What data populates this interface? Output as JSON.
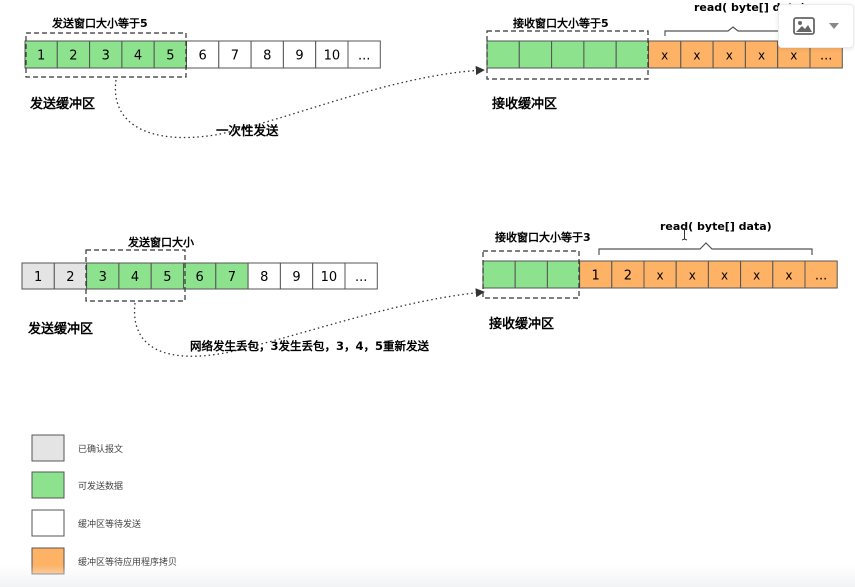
{
  "colors": {
    "acked": "#e4e4e4",
    "sendable": "#8de28d",
    "waiting": "#ffffff",
    "app_copy": "#fdb266",
    "border": "#555555",
    "dash": "#333333"
  },
  "top": {
    "send_window_label": "发送窗口大小等于5",
    "send_cells": [
      {
        "text": "1",
        "state": "sendable"
      },
      {
        "text": "2",
        "state": "sendable"
      },
      {
        "text": "3",
        "state": "sendable"
      },
      {
        "text": "4",
        "state": "sendable"
      },
      {
        "text": "5",
        "state": "sendable"
      },
      {
        "text": "6",
        "state": "waiting"
      },
      {
        "text": "7",
        "state": "waiting"
      },
      {
        "text": "8",
        "state": "waiting"
      },
      {
        "text": "9",
        "state": "waiting"
      },
      {
        "text": "10",
        "state": "waiting"
      },
      {
        "text": "...",
        "state": "waiting"
      }
    ],
    "send_buffer_label": "发送缓冲区",
    "arrow_label": "一次性发送",
    "recv_window_label": "接收窗口大小等于5",
    "recv_cells": [
      {
        "text": "",
        "state": "sendable"
      },
      {
        "text": "",
        "state": "sendable"
      },
      {
        "text": "",
        "state": "sendable"
      },
      {
        "text": "",
        "state": "sendable"
      },
      {
        "text": "",
        "state": "sendable"
      },
      {
        "text": "x",
        "state": "app_copy"
      },
      {
        "text": "x",
        "state": "app_copy"
      },
      {
        "text": "x",
        "state": "app_copy"
      },
      {
        "text": "x",
        "state": "app_copy"
      },
      {
        "text": "x",
        "state": "app_copy"
      },
      {
        "text": "...",
        "state": "app_copy"
      }
    ],
    "recv_buffer_label": "接收缓冲区",
    "read_label": "read( byte[] data)"
  },
  "bottom": {
    "send_window_label": "发送窗口大小",
    "send_cells": [
      {
        "text": "1",
        "state": "acked"
      },
      {
        "text": "2",
        "state": "acked"
      },
      {
        "text": "3",
        "state": "sendable"
      },
      {
        "text": "4",
        "state": "sendable"
      },
      {
        "text": "5",
        "state": "sendable"
      },
      {
        "text": "6",
        "state": "sendable"
      },
      {
        "text": "7",
        "state": "sendable"
      },
      {
        "text": "8",
        "state": "waiting"
      },
      {
        "text": "9",
        "state": "waiting"
      },
      {
        "text": "10",
        "state": "waiting"
      },
      {
        "text": "...",
        "state": "waiting"
      }
    ],
    "send_buffer_label": "发送缓冲区",
    "arrow_label": "网络发生丢包，3发生丢包，3，4，5重新发送",
    "recv_window_label": "接收窗口大小等于3",
    "recv_cells": [
      {
        "text": "",
        "state": "sendable"
      },
      {
        "text": "",
        "state": "sendable"
      },
      {
        "text": "",
        "state": "sendable"
      },
      {
        "text": "1",
        "state": "app_copy"
      },
      {
        "text": "2",
        "state": "app_copy"
      },
      {
        "text": "x",
        "state": "app_copy"
      },
      {
        "text": "x",
        "state": "app_copy"
      },
      {
        "text": "x",
        "state": "app_copy"
      },
      {
        "text": "x",
        "state": "app_copy"
      },
      {
        "text": "x",
        "state": "app_copy"
      },
      {
        "text": "...",
        "state": "app_copy"
      }
    ],
    "recv_buffer_label": "接收缓冲区",
    "read_label": "read( byte[] data)"
  },
  "legend": [
    {
      "state": "acked",
      "label": "已确认报文"
    },
    {
      "state": "sendable",
      "label": "可发送数据"
    },
    {
      "state": "waiting",
      "label": "缓冲区等待发送"
    },
    {
      "state": "app_copy",
      "label": "缓冲区等待应用程序拷贝"
    }
  ],
  "toolbar": {
    "image_icon": "image-icon",
    "dropdown_icon": "chevron-down-icon"
  }
}
